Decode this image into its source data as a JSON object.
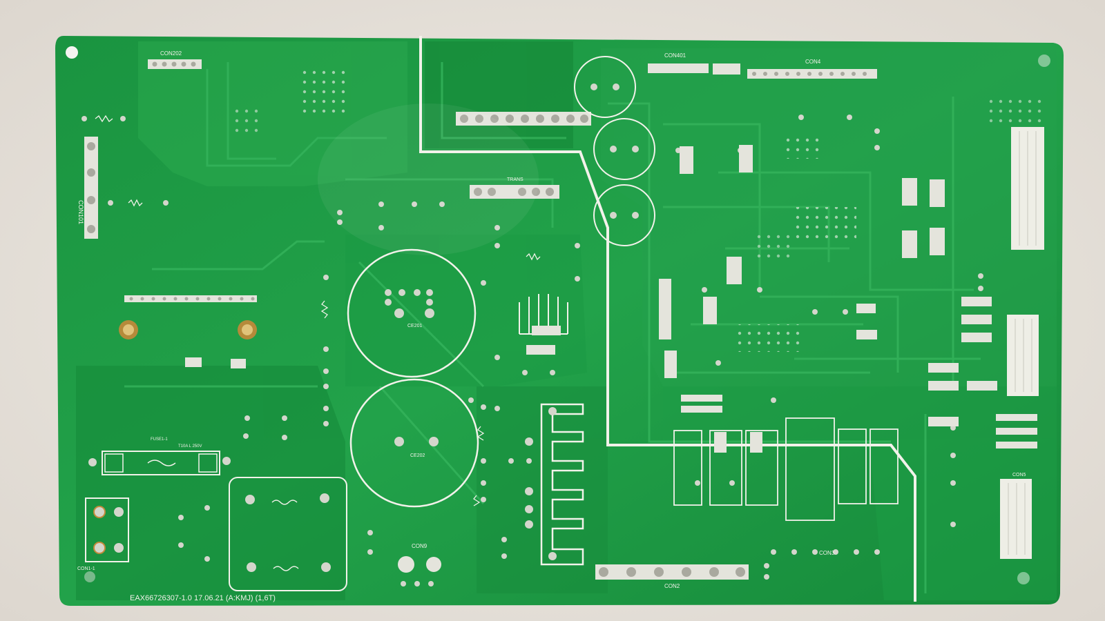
{
  "board": {
    "part_number": "EAX66726307-1.0 17.06.21 (A:KMJ) (1,6T)",
    "labels": {
      "con202": "CON202",
      "con401": "CON401",
      "con4": "CON4",
      "con101": "CON101",
      "con2": "CON2",
      "con3": "CON3",
      "con9": "CON9",
      "con1": "CON1-1",
      "con5": "CON5",
      "transformer": "TRANS",
      "fuse": "FUSE1-1",
      "fuse_rating": "T10A L 250V",
      "ce201": "CE201",
      "ce202": "CE202"
    }
  },
  "colors": {
    "pcb": "#1d9a42",
    "pcb_dark": "#138236",
    "trace": "#2dad52",
    "silkscreen": "#f2f2ea",
    "pad": "#c9c9c0",
    "background": "#e9e5df"
  }
}
